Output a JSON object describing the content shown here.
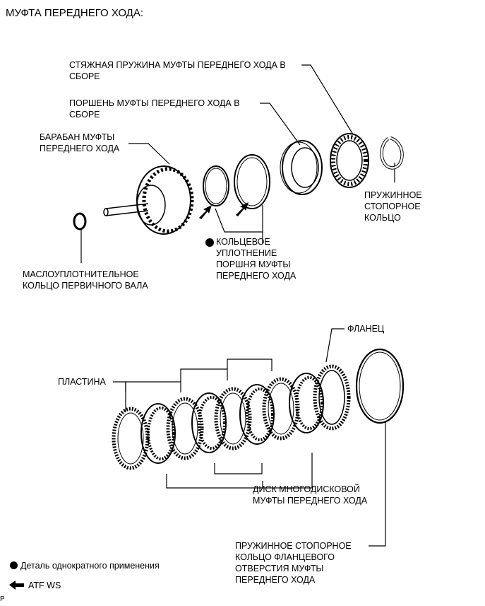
{
  "title": "МУФТА ПЕРЕДНЕГО ХОДА:",
  "labels": {
    "spring_line1": "СТЯЖНАЯ ПРУЖИНА МУФТЫ ПЕРЕДНЕГО ХОДА В",
    "spring_line2": "СБОРЕ",
    "piston_line1": "ПОРШЕНЬ МУФТЫ ПЕРЕДНЕГО ХОДА В",
    "piston_line2": "СБОРЕ",
    "drum_line1": "БАРАБАН МУФТЫ",
    "drum_line2": "ПЕРЕДНЕГО ХОДА",
    "snap_line1": "ПРУЖИННОЕ",
    "snap_line2": "СТОПОРНОЕ",
    "snap_line3": "КОЛЬЦО",
    "oring_line1": "КОЛЬЦЕВОЕ",
    "oring_line2": "УПЛОТНЕНИЕ",
    "oring_line3": "ПОРШНЯ МУФТЫ",
    "oring_line4": "ПЕРЕДНЕГО ХОДА",
    "seal_line1": "МАСЛОУПЛОТНИТЕЛЬНОЕ",
    "seal_line2": "КОЛЬЦО ПЕРВИЧНОГО ВАЛА",
    "flange": "ФЛАНЕЦ",
    "plate": "ПЛАСТИНА",
    "disc_line1": "ДИСК МНОГОДИСКОВОЙ",
    "disc_line2": "МУФТЫ ПЕРЕДНЕГО ХОДА",
    "flange_snap_line1": "ПРУЖИННОЕ СТОПОРНОЕ",
    "flange_snap_line2": "КОЛЬЦО ФЛАНЦЕВОГО",
    "flange_snap_line3": "ОТВЕРСТИЯ МУФТЫ",
    "flange_snap_line4": "ПЕРЕДНЕГО ХОДА"
  },
  "legend": {
    "non_reusable": "Деталь однократного применения",
    "atf": "ATF WS"
  },
  "corner_mark": "P"
}
